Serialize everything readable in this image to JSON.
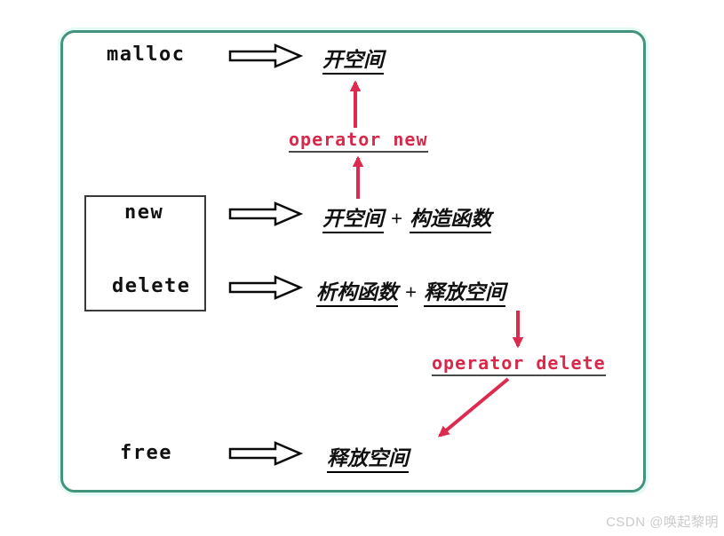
{
  "labels": {
    "malloc": "malloc",
    "new": "new",
    "delete": "delete",
    "free": "free",
    "operator_new": "operator new",
    "operator_delete": "operator delete",
    "malloc_result": "开空间",
    "new_result_1": "开空间",
    "new_plus": "+",
    "new_result_2": "构造函数",
    "delete_result_1": "析构函数",
    "delete_plus": "+",
    "delete_result_2": "释放空间",
    "free_result": "释放空间"
  },
  "watermark": "CSDN @唤起黎明",
  "colors": {
    "frame_border": "#44937f",
    "red_arrow": "#dc2b4e",
    "operator_text": "#d8294b",
    "text": "#111111",
    "watermark": "#cbcbcb"
  }
}
